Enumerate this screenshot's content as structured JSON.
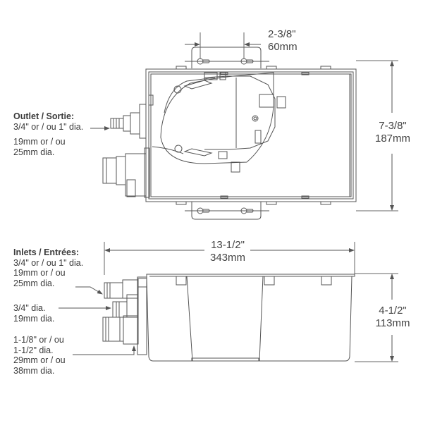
{
  "top_view": {
    "mount_spacing": {
      "imperial": "2-3/8\"",
      "metric": "60mm"
    },
    "width_dimension": {
      "imperial": "7-3/8\"",
      "metric": "187mm"
    },
    "outlet_callout": {
      "heading": "Outlet / Sortie:",
      "lines": [
        "3/4\" or / ou 1\" dia.",
        "19mm or / ou",
        "25mm dia."
      ]
    }
  },
  "side_view": {
    "length_dimension": {
      "imperial": "13-1/2\"",
      "metric": "343mm"
    },
    "height_dimension": {
      "imperial": "4-1/2\"",
      "metric": "113mm"
    },
    "inlets_callout": {
      "heading": "Inlets / Entrées:",
      "inlet_1": [
        "3/4\" or / ou 1\" dia.",
        "19mm or / ou",
        "25mm dia."
      ],
      "inlet_2": [
        "3/4\" dia.",
        "19mm dia."
      ],
      "inlet_3": [
        "1-1/8\" or / ou",
        "1-1/2\" dia.",
        "29mm or / ou",
        "38mm dia."
      ]
    }
  },
  "colors": {
    "line": "#555555",
    "text": "#3a3a3a",
    "background": "#ffffff"
  }
}
